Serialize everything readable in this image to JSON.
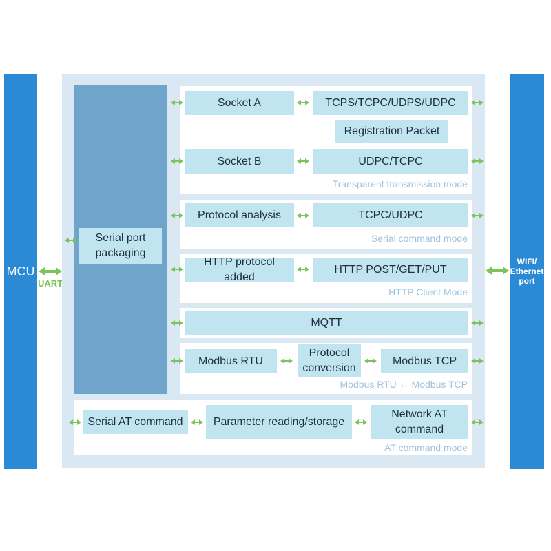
{
  "colors": {
    "bar_blue": "#2b8ad6",
    "panel_bg": "#d9e8f3",
    "serial_block": "#6fa4cb",
    "box_fill": "#c0e5f0",
    "arrow_green": "#7cc35a",
    "mode_text": "#9fc3de"
  },
  "mcu": {
    "label": "MCU",
    "interface": "UART"
  },
  "port": {
    "label": "WIFI/\nEthernet\nport"
  },
  "serial_port_packaging": "Serial port\npackaging",
  "transparent": {
    "socket_a": "Socket A",
    "socket_a_protocols": "TCPS/TCPC/UDPS/UDPC",
    "registration": "Registration Packet",
    "socket_b": "Socket B",
    "socket_b_protocols": "UDPC/TCPC",
    "mode": "Transparent transmission mode"
  },
  "serial_command": {
    "analysis": "Protocol analysis",
    "protocols": "TCPC/UDPC",
    "mode": "Serial command mode"
  },
  "http_client": {
    "added": "HTTP protocol added",
    "methods": "HTTP POST/GET/PUT",
    "mode": "HTTP Client Mode"
  },
  "mqtt": {
    "label": "MQTT"
  },
  "modbus": {
    "rtu": "Modbus RTU",
    "conversion": "Protocol\nconversion",
    "tcp": "Modbus TCP",
    "mode": "Modbus RTU ↔ Modbus TCP"
  },
  "at_command": {
    "serial": "Serial AT command",
    "param": "Parameter reading/storage",
    "network": "Network AT\ncommand",
    "mode": "AT command mode"
  }
}
